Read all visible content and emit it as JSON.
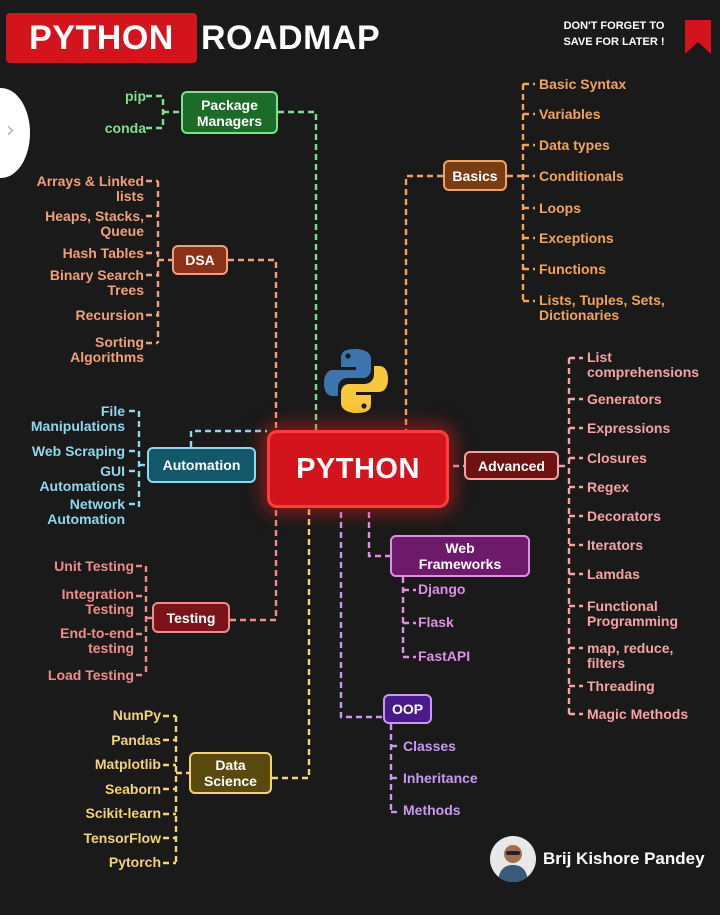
{
  "header": {
    "title_highlight": "PYTHON",
    "title_rest": "ROADMAP",
    "save_note": "DON'T FORGET TO SAVE FOR LATER !"
  },
  "center": {
    "label": "PYTHON"
  },
  "colors": {
    "red": "#d3141c",
    "package": "#7ee08a",
    "basics": "#f2a45a",
    "dsa": "#f0a07a",
    "advanced": "#f5a3a3",
    "automation": "#8fd8ef",
    "web": "#df8fe6",
    "testing": "#f08c8c",
    "oop": "#c79aef",
    "datascience": "#f2d472"
  },
  "package_managers": {
    "label": "Package Managers",
    "items": [
      "pip",
      "conda"
    ]
  },
  "basics": {
    "label": "Basics",
    "items": [
      "Basic Syntax",
      "Variables",
      "Data types",
      "Conditionals",
      "Loops",
      "Exceptions",
      "Functions",
      "Lists, Tuples, Sets, Dictionaries"
    ]
  },
  "dsa": {
    "label": "DSA",
    "items": [
      "Arrays & Linked lists",
      "Heaps, Stacks, Queue",
      "Hash Tables",
      "Binary Search Trees",
      "Recursion",
      "Sorting Algorithms"
    ]
  },
  "advanced": {
    "label": "Advanced",
    "items": [
      "List comprehensions",
      "Generators",
      "Expressions",
      "Closures",
      "Regex",
      "Decorators",
      "Iterators",
      "Lamdas",
      "Functional Programming",
      "map, reduce, filters",
      "Threading",
      "Magic Methods"
    ]
  },
  "automation": {
    "label": "Automation",
    "items": [
      "File Manipulations",
      "Web Scraping",
      "GUI Automations",
      "Network Automation"
    ]
  },
  "web_frameworks": {
    "label": "Web Frameworks",
    "items": [
      "Django",
      "Flask",
      "FastAPI"
    ]
  },
  "testing": {
    "label": "Testing",
    "items": [
      "Unit Testing",
      "Integration Testing",
      "End-to-end testing",
      "Load Testing"
    ]
  },
  "oop": {
    "label": "OOP",
    "items": [
      "Classes",
      "Inheritance",
      "Methods"
    ]
  },
  "data_science": {
    "label": "Data Science",
    "items": [
      "NumPy",
      "Pandas",
      "Matplotlib",
      "Seaborn",
      "Scikit-learn",
      "TensorFlow",
      "Pytorch"
    ]
  },
  "author": {
    "name": "Brij Kishore Pandey"
  }
}
